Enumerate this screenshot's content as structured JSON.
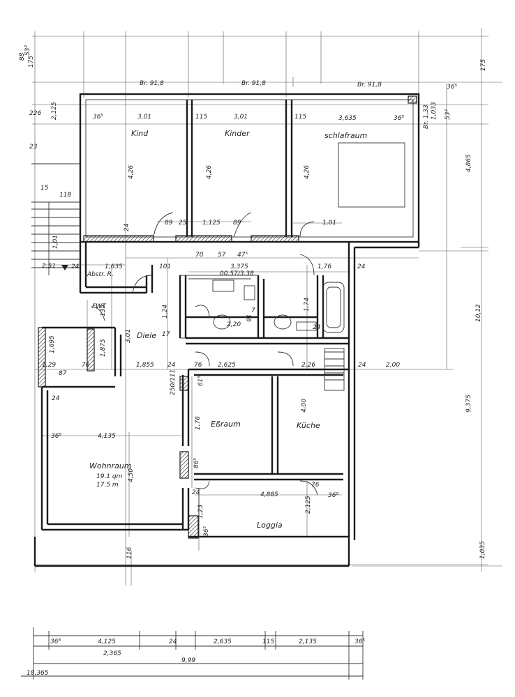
{
  "rooms": {
    "kind": "Kind",
    "kinder": "Kinder",
    "schlafraum": "schlafraum",
    "diele": "Diele",
    "essraum": "Eßraum",
    "kueche": "Küche",
    "wohnraum": "Wohnraum",
    "wohnraum_area1": "19.1 qm",
    "wohnraum_area2": "17.5 m",
    "loggia": "Loggia",
    "abstellraum": "Abstr. R.",
    "fwt": "FWT"
  },
  "top_labels": {
    "br1": "Br. 91,8",
    "br2": "Br. 91,8",
    "br3": "Br. 91,8",
    "br_right": "Br. 1,33"
  },
  "dimensions": {
    "top_left_175": "175",
    "top_left_53": "53²",
    "top_left_88": "88",
    "top_right_175": "175",
    "left_226": "226",
    "left_2125": "2,125",
    "left_23": "23",
    "left_15": "15",
    "left_118": "118",
    "left_101": "1,01",
    "left_251": "2,51",
    "left_24": "24",
    "w_301a": "3,01",
    "w_301b": "3,01",
    "w_3635": "3,635",
    "d_115a": "115",
    "d_115b": "115",
    "d_365a": "36⁵",
    "d_365b": "36⁵",
    "h_426a": "4,26",
    "h_426b": "4,26",
    "h_426c": "4,26",
    "d_24a": "24",
    "d_89": "89",
    "d_25": "25",
    "d_1125": "1,125",
    "d_89b": "89",
    "d_101": "1,01",
    "r_4865": "4,865",
    "r_3635s": "36⁵",
    "r_532": "53²",
    "r_1033": "1,033",
    "mid_70": "70",
    "mid_57": "57",
    "mid_475": "47⁵",
    "mid_3375": "3,375",
    "mid_ovl": "00.57/3.38",
    "mid_176": "1,76",
    "mid_24": "24",
    "mid_1635": "1,635",
    "mid_101": "101",
    "mid_135": "135",
    "mid_1875": "1,875",
    "mid_301": "3,01",
    "mid_124": "1,24",
    "mid_17": "17",
    "mid_220": "2,20",
    "mid_91": "91",
    "mid_7": "7",
    "mid_174": "1,74",
    "mid_24b": "24",
    "mid_1695": "1,695",
    "row_129": "1,29",
    "row_76a": "76",
    "row_1855": "1,855",
    "row_24a": "24",
    "row_76b": "76",
    "row_2625": "2,625",
    "row_226": "2,26",
    "row_24b": "24",
    "row_200": "2,00",
    "row_870": "87",
    "v_9375": "9,375",
    "v_1012": "10,12",
    "v_4135": "4,135",
    "v_368": "36⁸",
    "v_450": "4,50",
    "v_400": "4,00",
    "v_176": "1,76",
    "v_2125": "2,125",
    "v_4885": "4,885",
    "v_76c": "76",
    "v_368b": "36⁸",
    "v_116": "116",
    "v_1035": "1,035",
    "v_250": "250/111",
    "v_615": "61⁵",
    "v_865": "86⁵",
    "v_24c": "24",
    "v_123": "1,23",
    "v_365c": "36⁵",
    "v_24d": "24"
  },
  "bottom_dims": {
    "b_368": "36⁸",
    "b_4125": "4,125",
    "b_24": "24",
    "b_2635": "2,635",
    "b_115": "115",
    "b_2135": "2,135",
    "b_365": "36⁵",
    "b_2365": "2,365",
    "b_999": "9,99",
    "b_18365": "18,365"
  }
}
